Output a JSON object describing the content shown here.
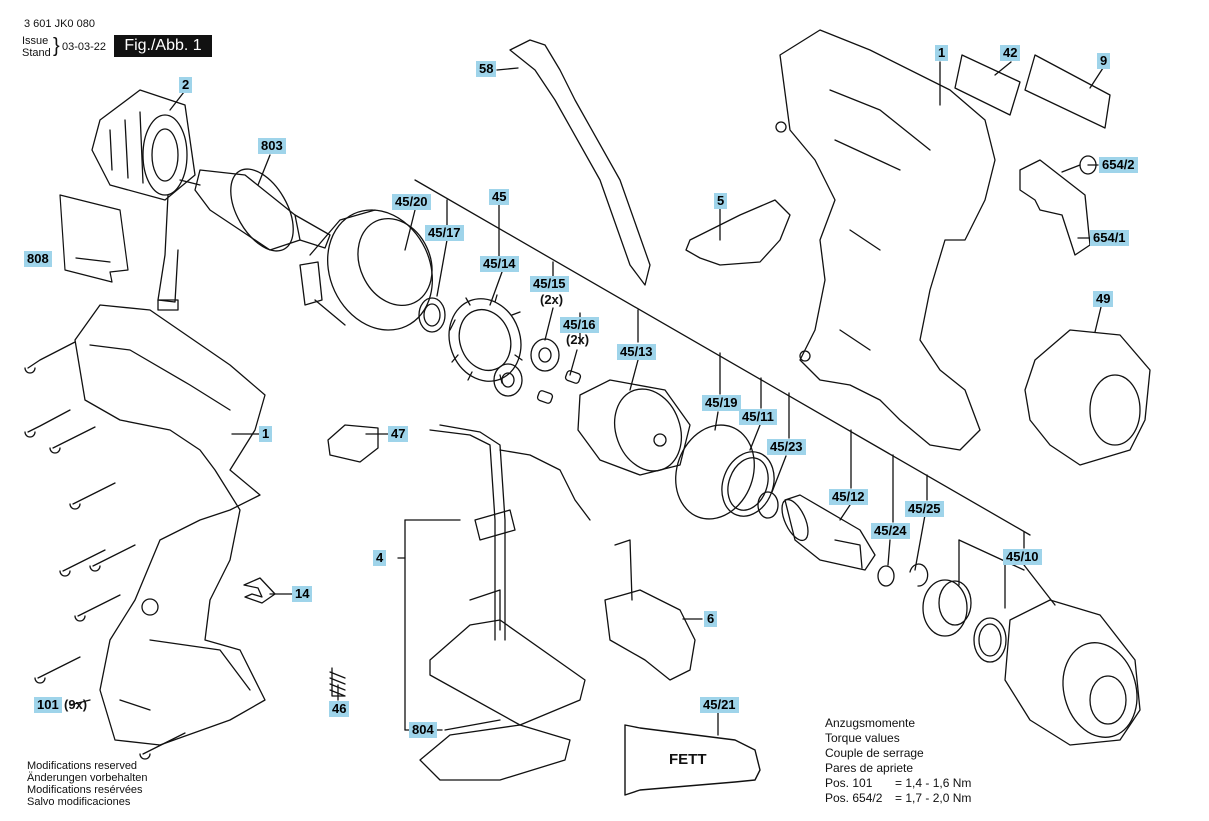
{
  "header": {
    "doc_number": "3 601 JK0 080",
    "issue_label": "Issue",
    "stand_label": "Stand",
    "date": "03-03-22",
    "figure_label": "Fig./Abb. 1"
  },
  "parts": [
    {
      "id": "p-1a",
      "label": "1"
    },
    {
      "id": "p-1b",
      "label": "1"
    },
    {
      "id": "p-2",
      "label": "2"
    },
    {
      "id": "p-4",
      "label": "4"
    },
    {
      "id": "p-5",
      "label": "5"
    },
    {
      "id": "p-6",
      "label": "6"
    },
    {
      "id": "p-9",
      "label": "9"
    },
    {
      "id": "p-14",
      "label": "14"
    },
    {
      "id": "p-42",
      "label": "42"
    },
    {
      "id": "p-45",
      "label": "45"
    },
    {
      "id": "p-45-10",
      "label": "45/10"
    },
    {
      "id": "p-45-11",
      "label": "45/11"
    },
    {
      "id": "p-45-12",
      "label": "45/12"
    },
    {
      "id": "p-45-13",
      "label": "45/13"
    },
    {
      "id": "p-45-14",
      "label": "45/14"
    },
    {
      "id": "p-45-15",
      "label": "45/15"
    },
    {
      "id": "p-45-16",
      "label": "45/16"
    },
    {
      "id": "p-45-17",
      "label": "45/17"
    },
    {
      "id": "p-45-19",
      "label": "45/19"
    },
    {
      "id": "p-45-20",
      "label": "45/20"
    },
    {
      "id": "p-45-21",
      "label": "45/21"
    },
    {
      "id": "p-45-23",
      "label": "45/23"
    },
    {
      "id": "p-45-24",
      "label": "45/24"
    },
    {
      "id": "p-45-25",
      "label": "45/25"
    },
    {
      "id": "p-46",
      "label": "46"
    },
    {
      "id": "p-47",
      "label": "47"
    },
    {
      "id": "p-49",
      "label": "49"
    },
    {
      "id": "p-58",
      "label": "58"
    },
    {
      "id": "p-101",
      "label": "101"
    },
    {
      "id": "p-654-1",
      "label": "654/1"
    },
    {
      "id": "p-654-2",
      "label": "654/2"
    },
    {
      "id": "p-803",
      "label": "803"
    },
    {
      "id": "p-804",
      "label": "804"
    },
    {
      "id": "p-808",
      "label": "808"
    }
  ],
  "qty": {
    "q-45-15": "(2x)",
    "q-45-16": "(2x)",
    "q-101": "(9x)"
  },
  "grease_label": "FETT",
  "modifications": [
    "Modifications reserved",
    "Änderungen vorbehalten",
    "Modifications resérvées",
    "Salvo modificaciones"
  ],
  "torque": {
    "lines": [
      "Anzugsmomente",
      "Torque values",
      "Couple de serrage",
      "Pares de apriete"
    ],
    "rows": [
      {
        "pos": "Pos. 101",
        "value": "= 1,4 - 1,6 Nm"
      },
      {
        "pos": "Pos. 654/2",
        "value": "= 1,7 - 2,0 Nm"
      }
    ]
  }
}
